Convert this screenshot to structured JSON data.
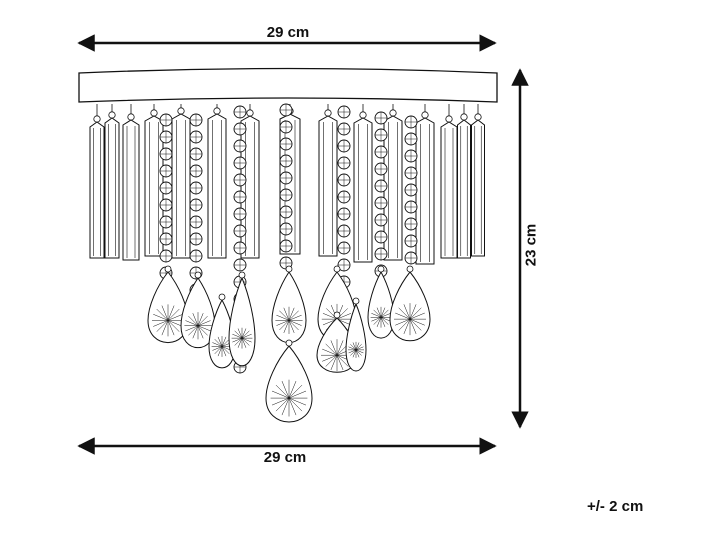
{
  "dimensions": {
    "width_top": "29 cm",
    "width_bottom": "29 cm",
    "height": "23 cm",
    "tolerance": "+/- 2 cm"
  },
  "colors": {
    "line": "#111111",
    "background": "#ffffff"
  },
  "icons": {
    "arrow": "double-headed-dimension-arrow",
    "fixture": "crystal-chandelier-line-drawing"
  }
}
